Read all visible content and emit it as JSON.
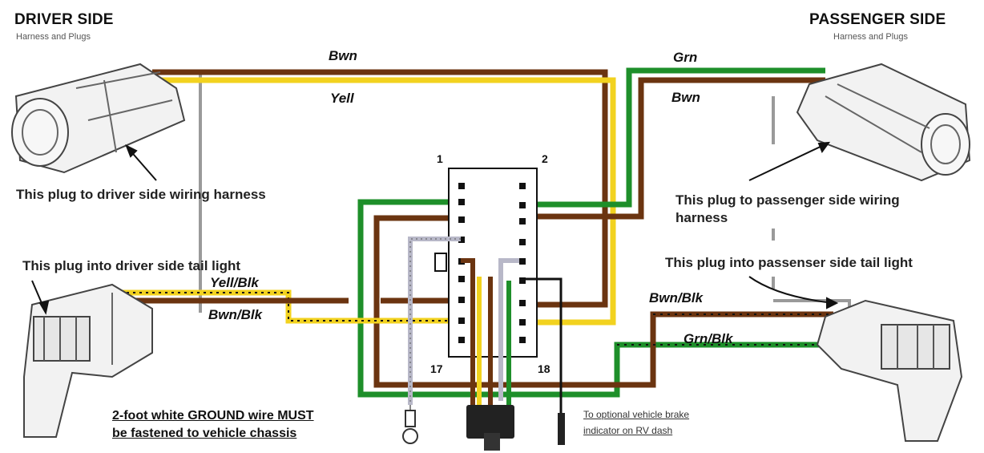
{
  "driver": {
    "title": "DRIVER SIDE",
    "subtitle": "Harness and Plugs",
    "harness_note": "This plug to driver side wiring harness",
    "taillight_note": "This plug into driver side tail light"
  },
  "passenger": {
    "title": "PASSENGER SIDE",
    "subtitle": "Harness and Plugs",
    "harness_note_line1": "This plug to passenger side wiring",
    "harness_note_line2": "harness",
    "taillight_note": "This plug into passenser side tail light"
  },
  "wires": {
    "bwn_top": "Bwn",
    "yell": "Yell",
    "grn": "Grn",
    "bwn_right": "Bwn",
    "yell_blk": "Yell/Blk",
    "bwn_blk_left": "Bwn/Blk",
    "bwn_blk_right": "Bwn/Blk",
    "grn_blk": "Grn/Blk"
  },
  "pins": {
    "p1": "1",
    "p2": "2",
    "p17": "17",
    "p18": "18"
  },
  "ground": {
    "line1": "2-foot white GROUND wire MUST",
    "line2": "be fastened to vehicle chassis"
  },
  "optional": {
    "line1": "To optional vehicle brake",
    "line2": "indicator on RV dash"
  },
  "colors": {
    "brown": "#6b3410",
    "yellow": "#f2d21f",
    "green": "#1e8f2a",
    "gray": "#9a9a9a",
    "black": "#111111"
  }
}
